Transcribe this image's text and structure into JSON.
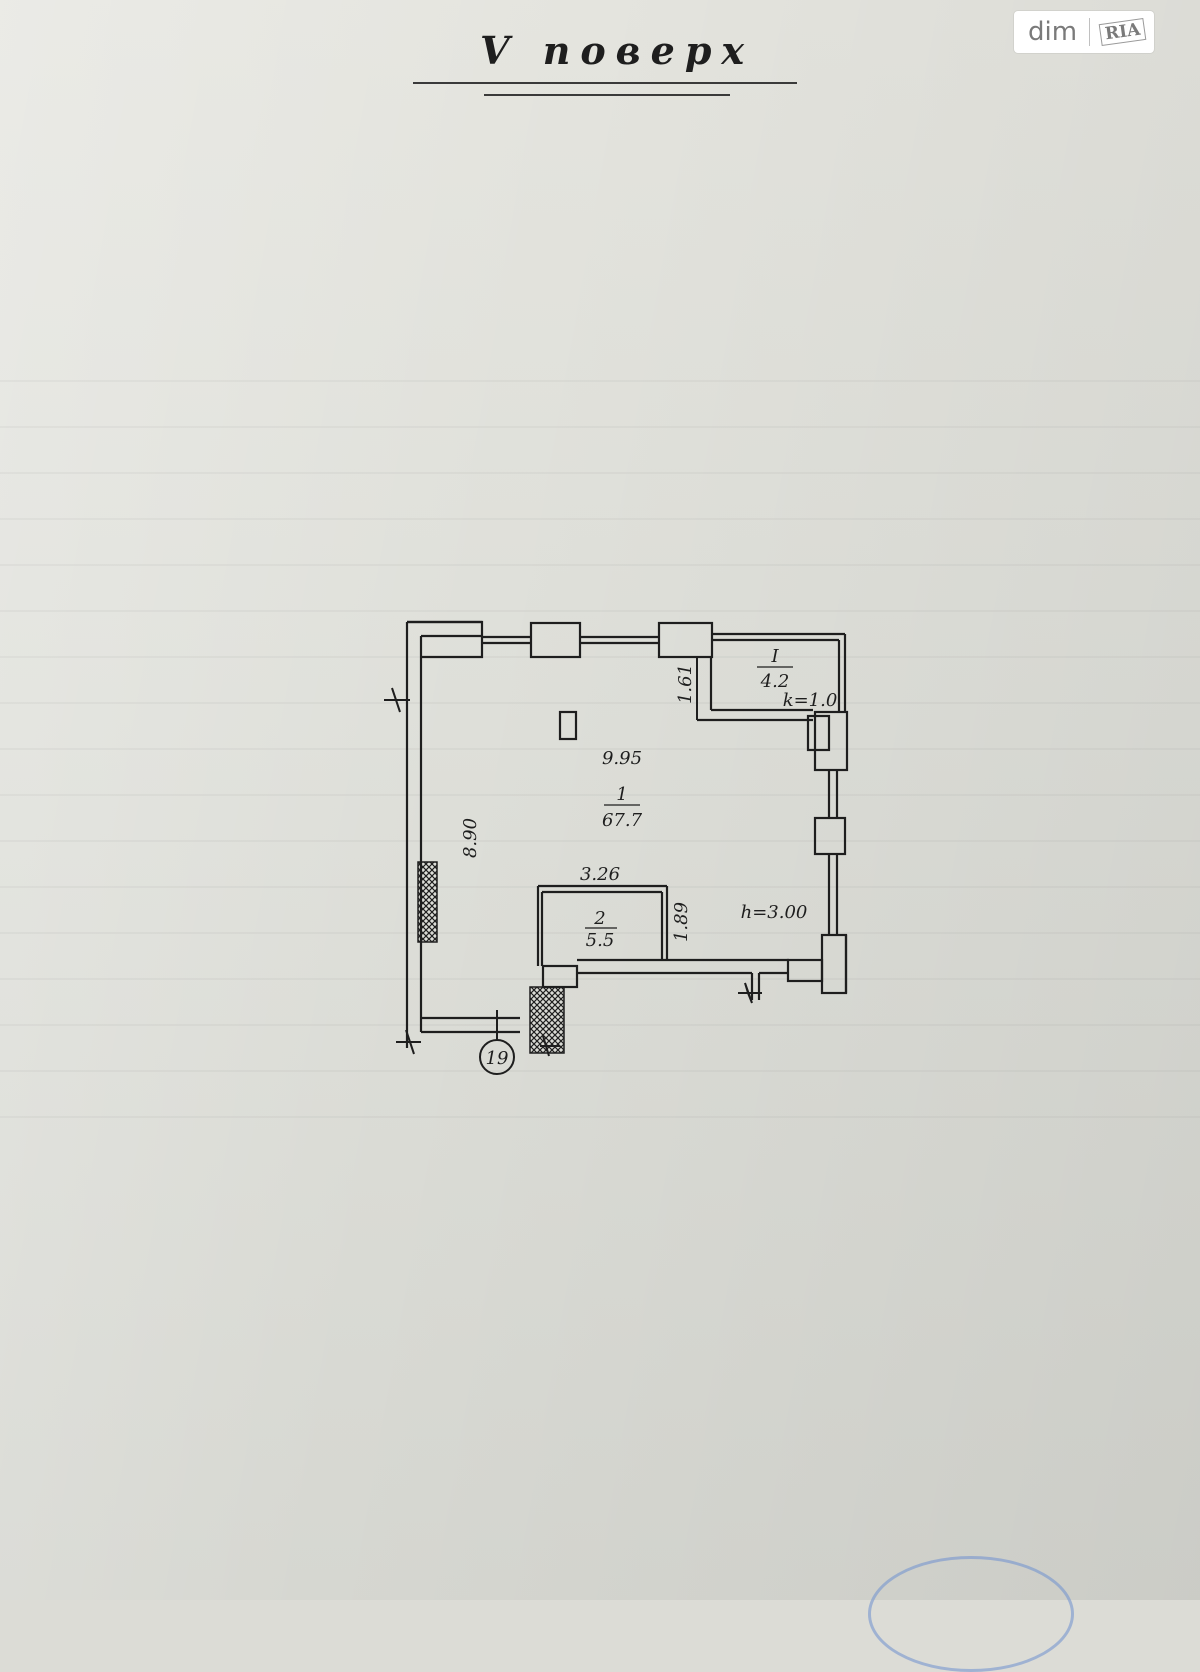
{
  "title": "V поверх",
  "watermark": {
    "brand": "dim",
    "sub": "RIA"
  },
  "plan": {
    "room_main": {
      "number": "1",
      "area": "67.7"
    },
    "room_small": {
      "number": "2",
      "area": "5.5"
    },
    "balcony": {
      "number": "I",
      "area": "4.2",
      "coef": "k=1.0"
    },
    "dimensions": {
      "main_width": "9.95",
      "main_length": "8.90",
      "small_width": "3.26",
      "small_depth": "1.89",
      "balcony_depth": "1.61"
    },
    "ceiling_height": "h=3.00",
    "axis_marker": "19"
  },
  "colors": {
    "ink": "#1e1e1e",
    "paper": "#dedfd9",
    "stamp": "#6d8fd0"
  }
}
